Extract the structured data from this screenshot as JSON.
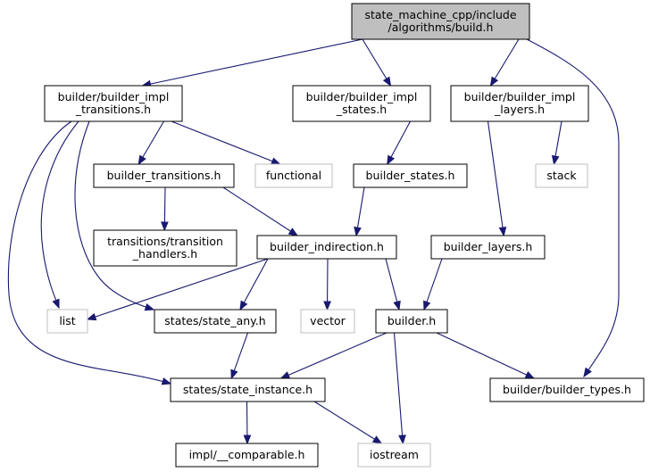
{
  "diagram": {
    "nodes": {
      "root": [
        "state_machine_cpp/include",
        "/algorithms/build.h"
      ],
      "impl_transitions": [
        "builder/builder_impl",
        "_transitions.h"
      ],
      "impl_states": [
        "builder/builder_impl",
        "_states.h"
      ],
      "impl_layers": [
        "builder/builder_impl",
        "_layers.h"
      ],
      "builder_transitions": [
        "builder_transitions.h"
      ],
      "functional": [
        "functional"
      ],
      "builder_states": [
        "builder_states.h"
      ],
      "stack": [
        "stack"
      ],
      "transition_handlers": [
        "transitions/transition",
        "_handlers.h"
      ],
      "builder_indirection": [
        "builder_indirection.h"
      ],
      "builder_layers": [
        "builder_layers.h"
      ],
      "list": [
        "list"
      ],
      "state_any": [
        "states/state_any.h"
      ],
      "vector": [
        "vector"
      ],
      "builder": [
        "builder.h"
      ],
      "state_instance": [
        "states/state_instance.h"
      ],
      "builder_types": [
        "builder/builder_types.h"
      ],
      "comparable": [
        "impl/__comparable.h"
      ],
      "iostream": [
        "iostream"
      ]
    },
    "external_nodes": [
      "functional",
      "stack",
      "list",
      "vector",
      "iostream"
    ],
    "edges": [
      [
        "root",
        "impl_transitions"
      ],
      [
        "root",
        "impl_states"
      ],
      [
        "root",
        "impl_layers"
      ],
      [
        "root",
        "builder_types"
      ],
      [
        "impl_transitions",
        "builder_transitions"
      ],
      [
        "impl_transitions",
        "functional"
      ],
      [
        "impl_transitions",
        "list"
      ],
      [
        "impl_transitions",
        "state_any"
      ],
      [
        "impl_transitions",
        "state_instance"
      ],
      [
        "impl_states",
        "builder_states"
      ],
      [
        "impl_layers",
        "stack"
      ],
      [
        "impl_layers",
        "builder_layers"
      ],
      [
        "builder_transitions",
        "transition_handlers"
      ],
      [
        "builder_transitions",
        "builder_indirection"
      ],
      [
        "builder_states",
        "builder_indirection"
      ],
      [
        "builder_indirection",
        "list"
      ],
      [
        "builder_indirection",
        "state_any"
      ],
      [
        "builder_indirection",
        "vector"
      ],
      [
        "builder_indirection",
        "builder"
      ],
      [
        "builder_layers",
        "builder"
      ],
      [
        "state_any",
        "state_instance"
      ],
      [
        "builder",
        "state_instance"
      ],
      [
        "builder",
        "builder_types"
      ],
      [
        "builder",
        "iostream"
      ],
      [
        "state_instance",
        "comparable"
      ],
      [
        "state_instance",
        "iostream"
      ]
    ],
    "colors": {
      "edge": "#191970",
      "root_fill": "#bfbfbf",
      "node_border": "#000000",
      "external_border": "#bfbfbf"
    }
  }
}
